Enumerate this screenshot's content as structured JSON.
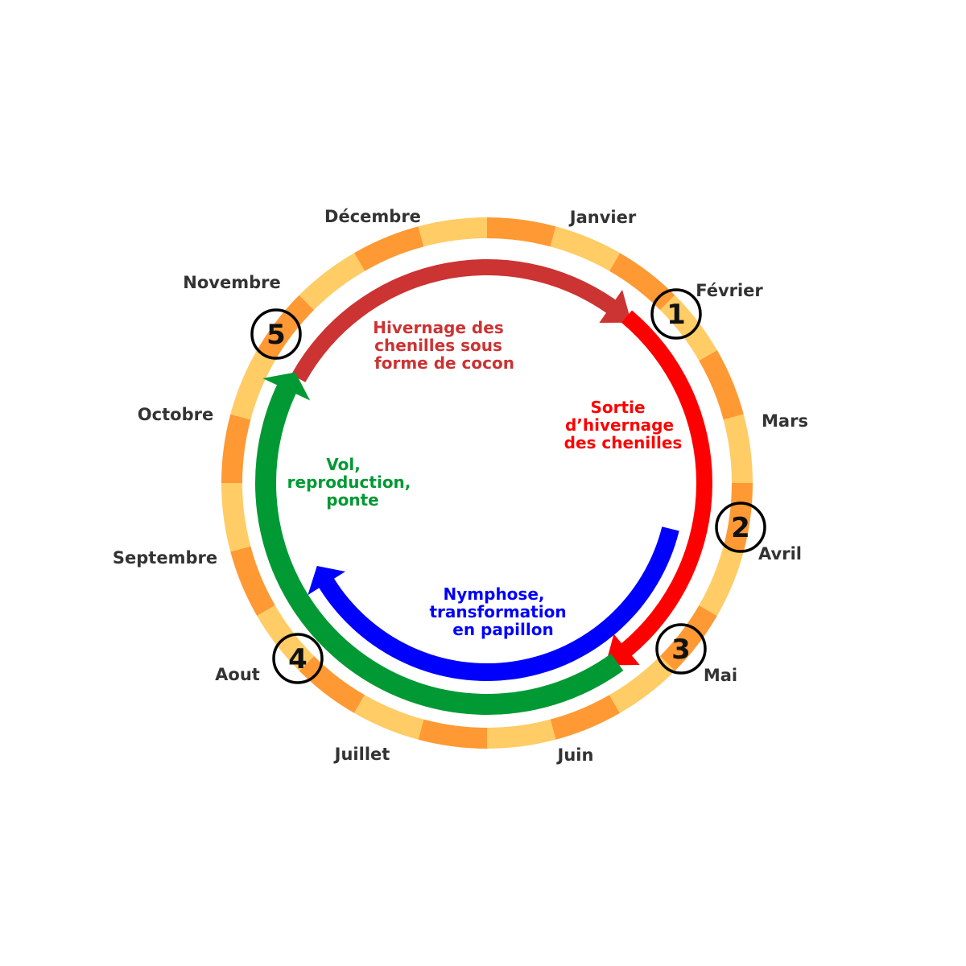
{
  "colors": {
    "month_dark": "#FF9933",
    "month_light": "#FFCC66",
    "hibernation": "#CC3333",
    "exit": "#FF0000",
    "nymphose": "#0000FF",
    "flight": "#009933"
  },
  "months": [
    "Janvier",
    "Février",
    "Mars",
    "Avril",
    "Mai",
    "Juin",
    "Juillet",
    "Aout",
    "Septembre",
    "Octobre",
    "Novembre",
    "Décembre"
  ],
  "steps": [
    "1",
    "2",
    "3",
    "4",
    "5"
  ],
  "phases": [
    {
      "name": "hibernation",
      "lines": [
        "Hivernage des",
        "chenilles sous",
        "forme de cocon"
      ]
    },
    {
      "name": "exit",
      "lines": [
        "Sortie",
        "d’hivernage",
        "des chenilles"
      ]
    },
    {
      "name": "nymphose",
      "lines": [
        "Nymphose,",
        "transformation",
        "en papillon"
      ]
    },
    {
      "name": "flight",
      "lines": [
        "Vol,",
        "reproduction,",
        "ponte"
      ]
    }
  ]
}
